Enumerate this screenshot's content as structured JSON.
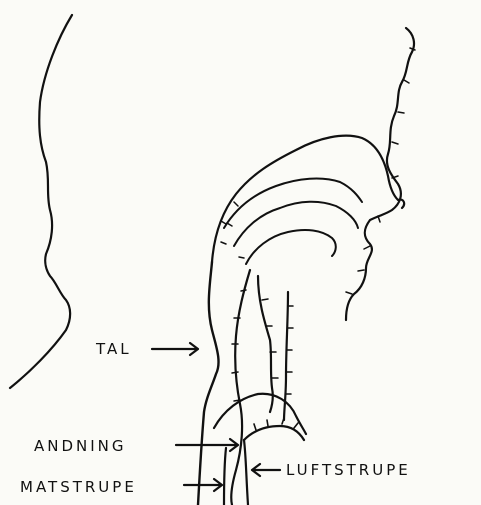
{
  "labels": {
    "tal": "TAL",
    "andning": "ANDNING",
    "matstrupe": "MATSTRUPE",
    "luftstrupe": "LUFTSTRUPE"
  },
  "colors": {
    "ink": "#111111",
    "paper": "#fbfbf7"
  }
}
